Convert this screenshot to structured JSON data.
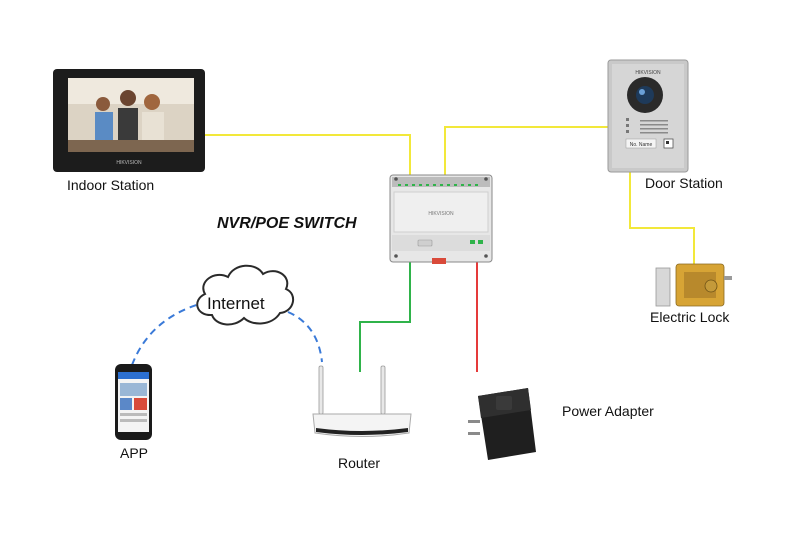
{
  "labels": {
    "indoor_station": "Indoor Station",
    "door_station": "Door Station",
    "switch": "NVR/POE SWITCH",
    "internet": "Internet",
    "electric_lock": "Electric Lock",
    "app": "APP",
    "router": "Router",
    "power_adapter": "Power Adapter"
  },
  "device_text": {
    "brand": "HIKVISION",
    "door_plate": "No. Name"
  },
  "colors": {
    "yellow_cable": "#f2e83a",
    "green_cable": "#2fb34a",
    "red_cable": "#e53a3a",
    "wifi_link": "#3a7ad8"
  },
  "icons": [
    "indoor-monitor-icon",
    "door-station-icon",
    "poe-switch-icon",
    "cloud-icon",
    "smartphone-icon",
    "router-icon",
    "power-adapter-icon",
    "electric-lock-icon"
  ]
}
